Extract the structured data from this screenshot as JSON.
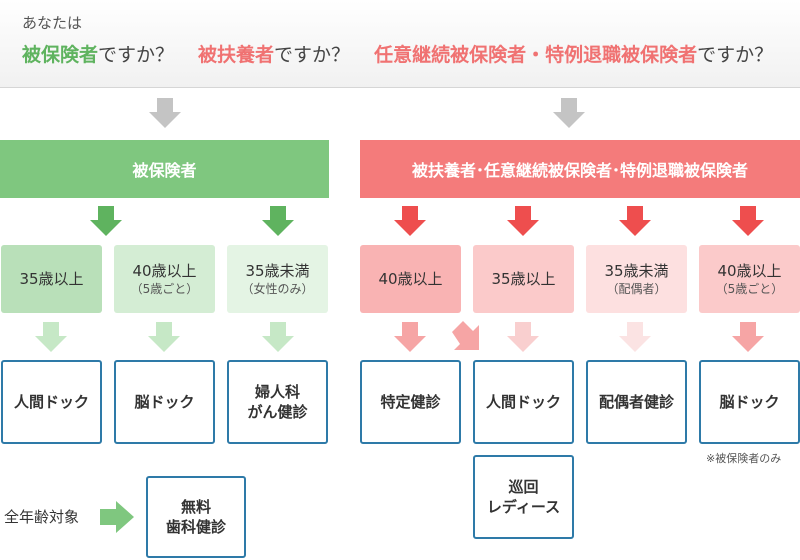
{
  "header": {
    "intro": "あなたは",
    "q1_em": "被保険者",
    "q1_tail": "ですか？",
    "q2_em": "被扶養者",
    "q2_tail": "ですか？",
    "q3_em": "任意継続被保険者・特例退職被保険者",
    "q3_tail": "ですか？"
  },
  "groups": {
    "insured": "被保険者",
    "dependent": "被扶養者･任意継続被保険者･特例退職被保険者"
  },
  "insured_categories": [
    {
      "label": "35歳以上",
      "sub": ""
    },
    {
      "label": "40歳以上",
      "sub": "（5歳ごと）"
    },
    {
      "label": "35歳未満",
      "sub": "（女性のみ）"
    }
  ],
  "dependent_categories": [
    {
      "label": "40歳以上",
      "sub": ""
    },
    {
      "label": "35歳以上",
      "sub": ""
    },
    {
      "label": "35歳未満",
      "sub": "（配偶者）"
    },
    {
      "label": "40歳以上",
      "sub": "（5歳ごと）"
    }
  ],
  "insured_exams": [
    {
      "line1": "人間ドック",
      "line2": ""
    },
    {
      "line1": "脳ドック",
      "line2": ""
    },
    {
      "line1": "婦人科",
      "line2": "がん健診"
    }
  ],
  "dependent_exams": [
    {
      "line1": "特定健診",
      "line2": ""
    },
    {
      "line1": "人間ドック",
      "line2": ""
    },
    {
      "line1": "配偶者健診",
      "line2": ""
    },
    {
      "line1": "脳ドック",
      "line2": ""
    }
  ],
  "mobile_exam": {
    "line1": "巡回",
    "line2": "レディース"
  },
  "note": "※被保険者のみ",
  "all_ages": {
    "label": "全年齢対象",
    "exam_line1": "無料",
    "exam_line2": "歯科健診"
  },
  "colors": {
    "green_bar": "#7fc77f",
    "red_bar": "#f47b7b",
    "exam_border": "#2e7aa8",
    "gray_arrow": "#c4c4c4"
  }
}
